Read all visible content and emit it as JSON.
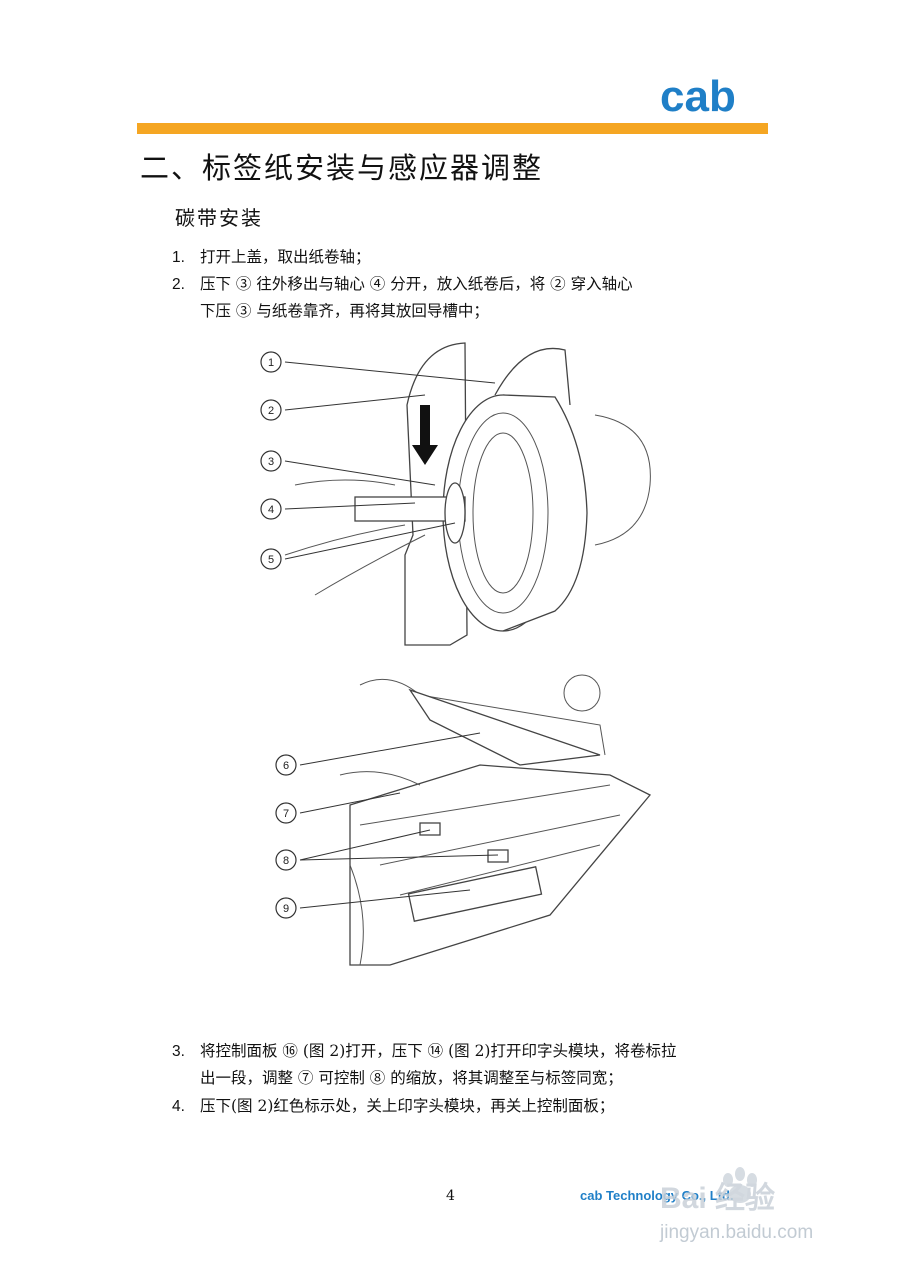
{
  "logo": {
    "text": "cab",
    "color": "#1f7fc7"
  },
  "accent_color": "#f5a623",
  "title": "二、标签纸安装与感应器调整",
  "subtitle": "碳带安装",
  "steps_top": [
    {
      "num": "1.",
      "lines": [
        "打开上盖，取出纸卷轴；"
      ]
    },
    {
      "num": "2.",
      "lines": [
        "压下 ③ 往外移出与轴心 ④ 分开，放入纸卷后，将 ② 穿入轴心",
        "下压 ③ 与纸卷靠齐，再将其放回导槽中；"
      ]
    }
  ],
  "figure1": {
    "callouts": [
      "1",
      "2",
      "3",
      "4",
      "5"
    ]
  },
  "figure2": {
    "callouts": [
      "6",
      "7",
      "8",
      "9"
    ]
  },
  "steps_bottom": [
    {
      "num": "3.",
      "lines": [
        "将控制面板 ⑯ (图 2)打开，压下 ⑭ (图 2)打开印字头模块，将卷标拉",
        "出一段，调整 ⑦ 可控制 ⑧ 的缩放，将其调整至与标签同宽；"
      ]
    },
    {
      "num": "4.",
      "lines": [
        "压下(图 2)红色标示处，关上印字头模块，再关上控制面板；"
      ]
    }
  ],
  "page_number": "4",
  "footer": "cab Technology Co., Ltd.",
  "watermark": {
    "brand": "Bai 经验",
    "url": "jingyan.baidu.com"
  }
}
